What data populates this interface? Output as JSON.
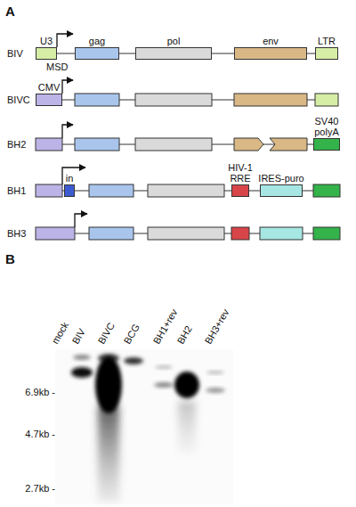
{
  "diagram": {
    "nodes": [
      {
        "text": [
          "U3"
        ]
      },
      {
        "text": [
          "gag"
        ]
      },
      {
        "text": [
          "pol"
        ]
      },
      {
        "text": [
          "env"
        ]
      },
      {
        "text": [
          "LTR"
        ]
      },
      {
        "text": [
          "CMV"
        ]
      },
      {
        "text": [
          "SV40 polyA"
        ]
      },
      {
        "text": [
          "in"
        ]
      },
      {
        "text": [
          "HIV-1 RRE"
        ]
      },
      {
        "text": [
          "IRES-puro"
        ]
      }
    ],
    "labels": [
      "A",
      "BIV",
      "MSD",
      "BIVC",
      "BH2",
      "BH1",
      "BH3",
      "B",
      "mock",
      "BIV",
      "BIVC",
      "BCG",
      "BH1+rev",
      "BH2",
      "BH3+rev",
      "6.9kb -",
      "4.7kb -",
      "2.7kb -"
    ]
  }
}
